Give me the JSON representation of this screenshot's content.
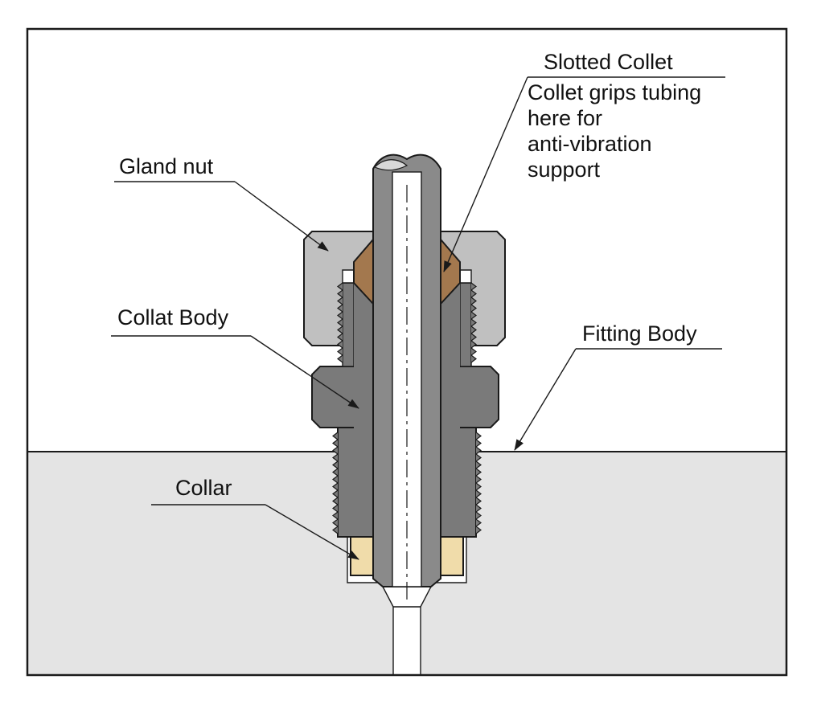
{
  "labels": {
    "slotted_collet": "Slotted Collet",
    "slotted_collet_note": [
      "Collet grips tubing",
      "here for",
      "anti-vibration",
      "support"
    ],
    "gland_nut": "Gland nut",
    "collat_body": "Collat Body",
    "fitting_body": "Fitting Body",
    "collar": "Collar"
  },
  "colors": {
    "background": "#ffffff",
    "fitting_body": "#e4e4e4",
    "gland_nut": "#c0c0c0",
    "collat_body": "#7a7a7a",
    "tubing": "#8a8a8a",
    "tubing_bore": "#ffffff",
    "slotted_collet": "#a3784e",
    "collar": "#f0dcaa",
    "outline": "#1a1a1a"
  }
}
